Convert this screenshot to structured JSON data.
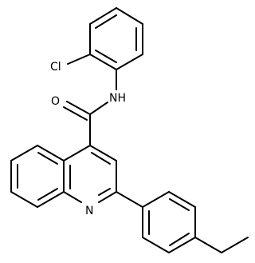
{
  "atom_labels": {
    "chlorine": "Cl",
    "amide_nitrogen": "NH",
    "carbonyl_oxygen": "O",
    "quinoline_nitrogen": "N"
  },
  "colors": {
    "bond": "#000000",
    "background": "#ffffff"
  }
}
